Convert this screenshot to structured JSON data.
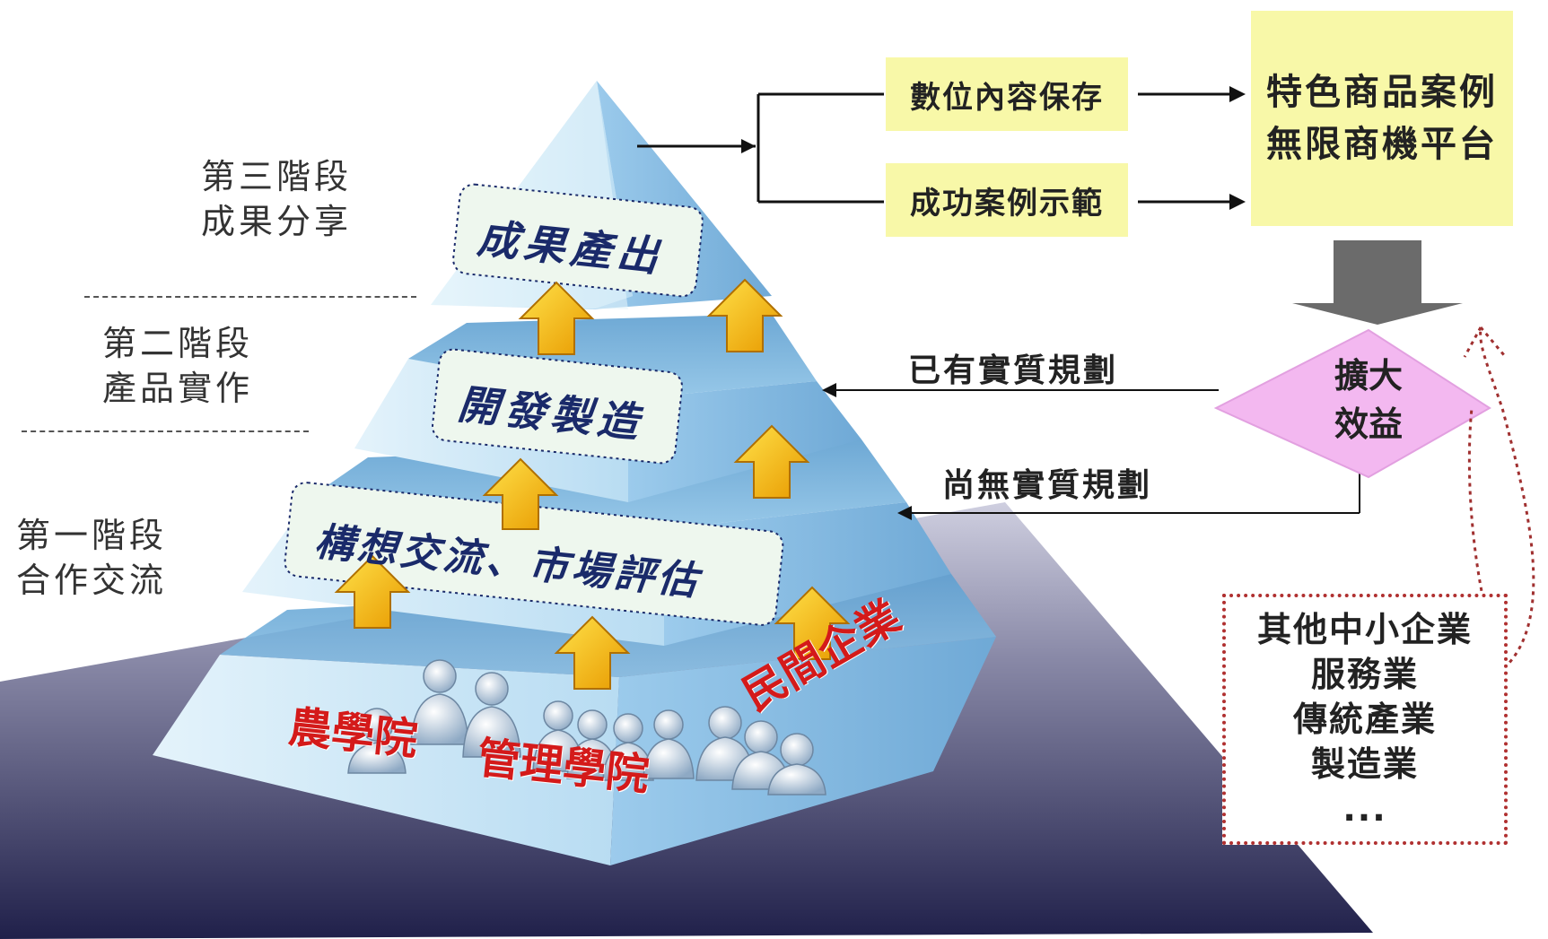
{
  "stages": [
    {
      "line1": "第三階段",
      "line2": "成果分享"
    },
    {
      "line1": "第二階段",
      "line2": "產品實作"
    },
    {
      "line1": "第一階段",
      "line2": "合作交流"
    }
  ],
  "tiers": {
    "top": "成果產出",
    "middle": "開發製造",
    "lower": "構想交流、市場評估"
  },
  "base_orgs": [
    "農學院",
    "管理學院",
    "民間企業"
  ],
  "outputs": [
    "數位內容保存",
    "成功案例示範"
  ],
  "result": {
    "line1": "特色商品案例",
    "line2": "無限商機平台"
  },
  "expand": {
    "line1": "擴大",
    "line2": "效益"
  },
  "plans": {
    "has": "已有實質規劃",
    "none": "尚無實質規劃"
  },
  "others": [
    "其他中小企業",
    "服務業",
    "傳統產業",
    "製造業",
    "..."
  ],
  "colors": {
    "pyramid_light": "#d6ecf8",
    "pyramid_mid": "#a9d3ee",
    "pyramid_dark": "#7fb8e0",
    "ground": "#2a2a52",
    "arrow_orange": "#f5b400",
    "note_yellow": "#f8f8a8",
    "diamond_pink": "#f3b8f0",
    "org_red": "#d41a1a",
    "tier_navy": "#1a2a6a"
  }
}
